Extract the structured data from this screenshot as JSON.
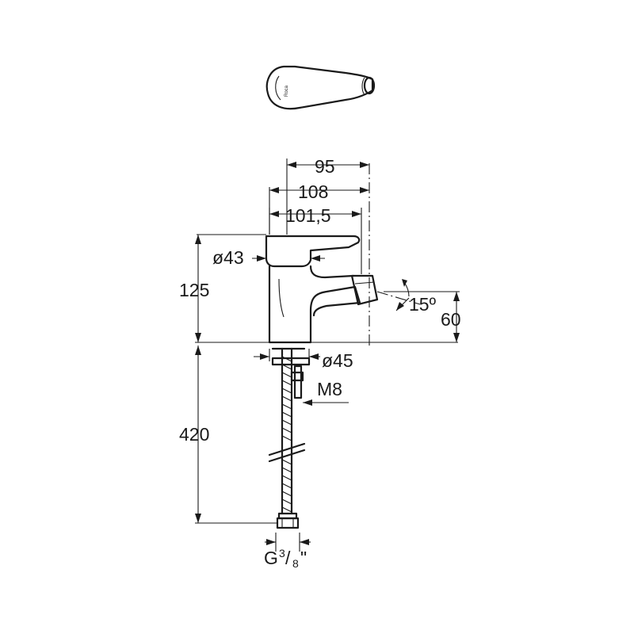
{
  "dimensions": {
    "width_95": "95",
    "width_108": "108",
    "width_101_5": "101,5",
    "dia_43": "ø43",
    "height_125": "125",
    "angle_15": "15º",
    "height_60": "60",
    "dia_45": "ø45",
    "thread_m8": "M8",
    "hose_420": "420",
    "connector_g": "G",
    "connector_num": "3",
    "connector_slash": "/",
    "connector_den": "8",
    "connector_inch": "\""
  },
  "logo": "Roca"
}
